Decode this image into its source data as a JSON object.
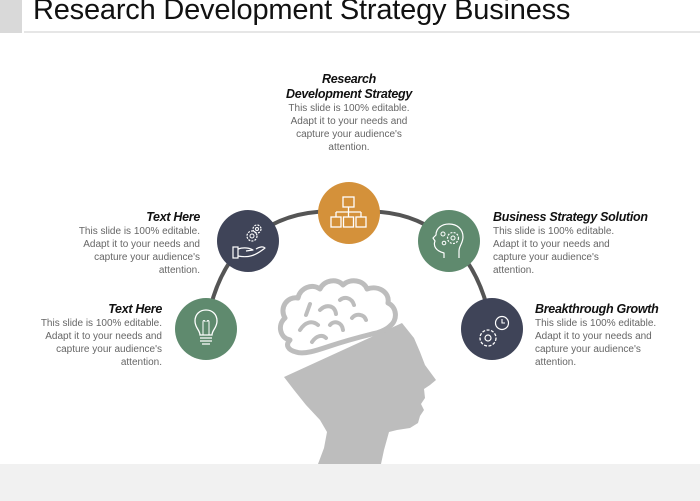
{
  "slide": {
    "title": "Research Development Strategy Business"
  },
  "colors": {
    "orange": "#D4913A",
    "navy": "#3F4458",
    "green": "#5F8A6E",
    "arc": "#555555",
    "head": "#BDBDBD",
    "footer": "#F1F1F1"
  },
  "items": [
    {
      "heading_line1": "Research",
      "heading_line2": "Development Strategy",
      "body": [
        "This slide is 100% editable.",
        "Adapt it to your needs and",
        "capture your audience's",
        "attention."
      ],
      "icon": "org-chart-icon",
      "color": "#D4913A"
    },
    {
      "heading": "Text Here",
      "body": [
        "This slide is 100% editable.",
        "Adapt it to your needs and",
        "capture your audience's",
        "attention."
      ],
      "icon": "hand-gears-icon",
      "color": "#3F4458"
    },
    {
      "heading": "Text Here",
      "body": [
        "This slide is 100% editable.",
        "Adapt it to your needs and",
        "capture your audience's",
        "attention."
      ],
      "icon": "lightbulb-icon",
      "color": "#5F8A6E"
    },
    {
      "heading": "Business Strategy Solution",
      "body": [
        "This slide is 100% editable.",
        "Adapt it to your needs and",
        "capture your audience's",
        "attention."
      ],
      "icon": "head-gears-icon",
      "color": "#5F8A6E"
    },
    {
      "heading": "Breakthrough Growth",
      "body": [
        "This slide is 100% editable.",
        "Adapt it to your needs and",
        "capture your audience's",
        "attention."
      ],
      "icon": "gear-clock-icon",
      "color": "#3F4458"
    }
  ]
}
